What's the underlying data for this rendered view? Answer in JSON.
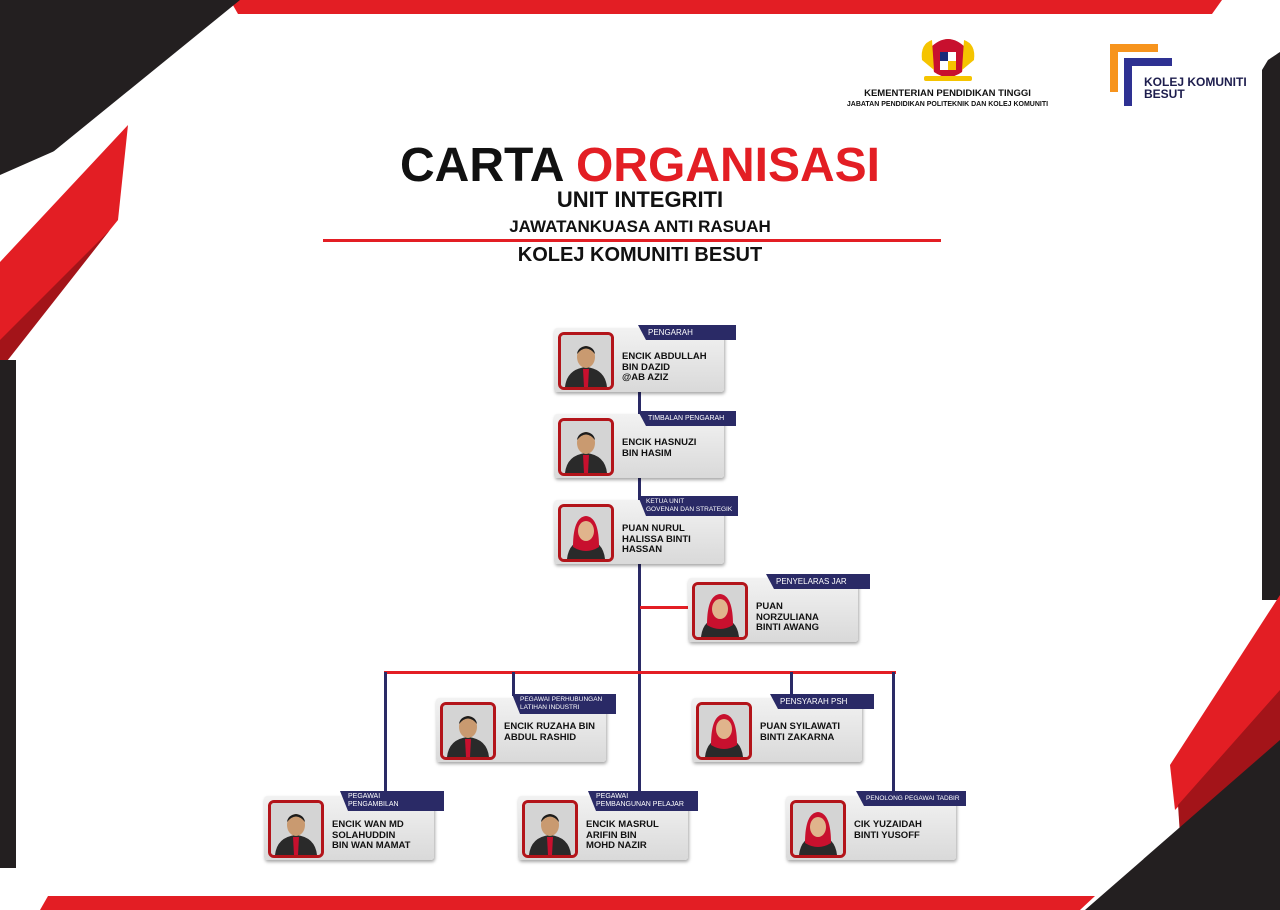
{
  "header": {
    "ministry": "KEMENTERIAN PENDIDIKAN TINGGI",
    "department": "JABATAN PENDIDIKAN POLITEKNIK DAN KOLEJ KOMUNITI",
    "logo_name_line1": "KOLEJ KOMUNITI",
    "logo_name_line2": "BESUT"
  },
  "title": {
    "word1": "CARTA",
    "word2": "ORGANISASI",
    "line1": "UNIT INTEGRITI",
    "line2": "JAWATANKUASA  ANTI RASUAH",
    "line3": "KOLEJ KOMUNITI BESUT"
  },
  "colors": {
    "red": "#e31e24",
    "navy": "#2a2a66",
    "dark": "#231f20",
    "orange": "#f7941d"
  },
  "members": [
    {
      "role": "PENGARAH",
      "name_lines": [
        "ENCIK ABDULLAH",
        "BIN DAZID",
        "@AB AZIZ"
      ],
      "gender": "male"
    },
    {
      "role": "TIMBALAN PENGARAH",
      "name_lines": [
        "ENCIK HASNUZI",
        "BIN HASIM"
      ],
      "gender": "male"
    },
    {
      "role": "KETUA UNIT\nGOVENAN DAN STRATEGIK",
      "name_lines": [
        "PUAN NURUL",
        "HALISSA BINTI",
        "HASSAN"
      ],
      "gender": "female"
    },
    {
      "role": "PENYELARAS JAR",
      "name_lines": [
        "PUAN",
        "NORZULIANA",
        "BINTI AWANG"
      ],
      "gender": "female"
    },
    {
      "role": "PEGAWAI PERHUBUNGAN\nLATIHAN INDUSTRI",
      "name_lines": [
        "ENCIK RUZAHA BIN",
        "ABDUL RASHID"
      ],
      "gender": "male"
    },
    {
      "role": "PENSYARAH PSH",
      "name_lines": [
        "PUAN SYILAWATI",
        "BINTI ZAKARNA"
      ],
      "gender": "female"
    },
    {
      "role": "PEGAWAI\nPENGAMBILAN",
      "name_lines": [
        "ENCIK WAN MD",
        "SOLAHUDDIN",
        "BIN WAN MAMAT"
      ],
      "gender": "male"
    },
    {
      "role": "PEGAWAI\nPEMBANGUNAN PELAJAR",
      "name_lines": [
        "ENCIK MASRUL",
        "ARIFIN BIN",
        "MOHD NAZIR"
      ],
      "gender": "male"
    },
    {
      "role": "PENOLONG PEGAWAI TADBIR",
      "name_lines": [
        "CIK YUZAIDAH",
        "BINTI YUSOFF"
      ],
      "gender": "female"
    }
  ]
}
